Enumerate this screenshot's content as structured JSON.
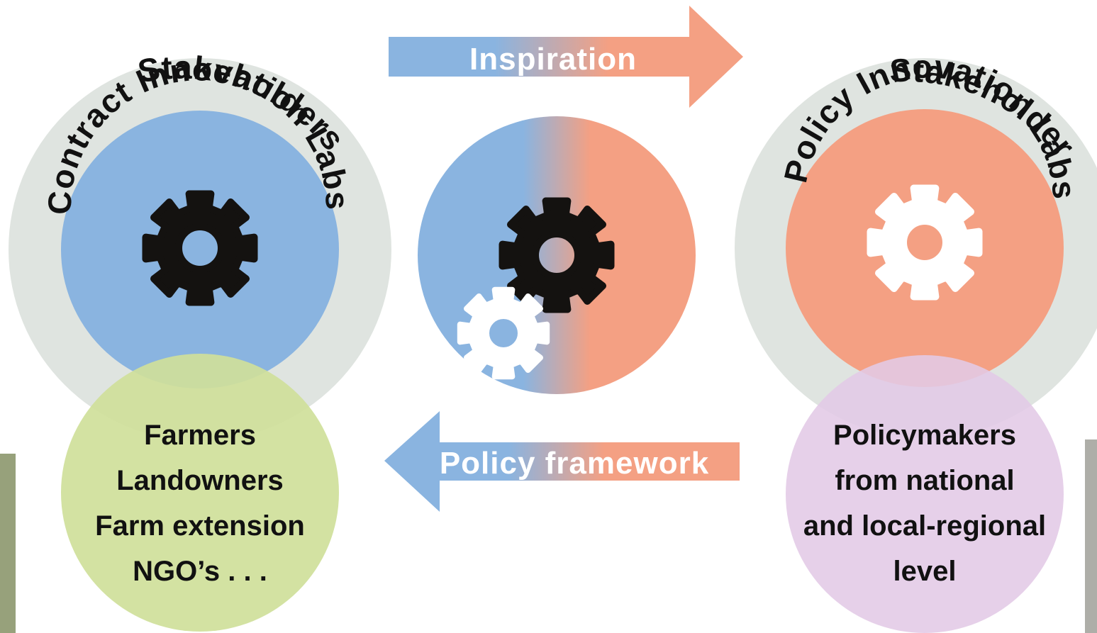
{
  "arrows": {
    "top_label": "Inspiration",
    "bottom_label": "Policy framework"
  },
  "left_lab": {
    "outer_label": "Stakeholders",
    "inner_label": "Contract Innovation Labs",
    "actors": [
      "Farmers",
      "Landowners",
      "Farm extension",
      "NGO’s . . ."
    ]
  },
  "right_lab": {
    "outer_label": "Stakeholders",
    "inner_label": "Policy Innovation Labs",
    "actors": [
      "Policymakers",
      "from national",
      "and local-regional",
      "level"
    ]
  },
  "colors": {
    "blue": "#8ab4e0",
    "salmon": "#f4a083",
    "grey_ring": "#dfe4e0",
    "green": "#cfe09a",
    "lilac": "#e2c9e6",
    "gear_dark": "#141210",
    "gear_light": "#ffffff"
  },
  "icons": [
    "gear-icon"
  ]
}
